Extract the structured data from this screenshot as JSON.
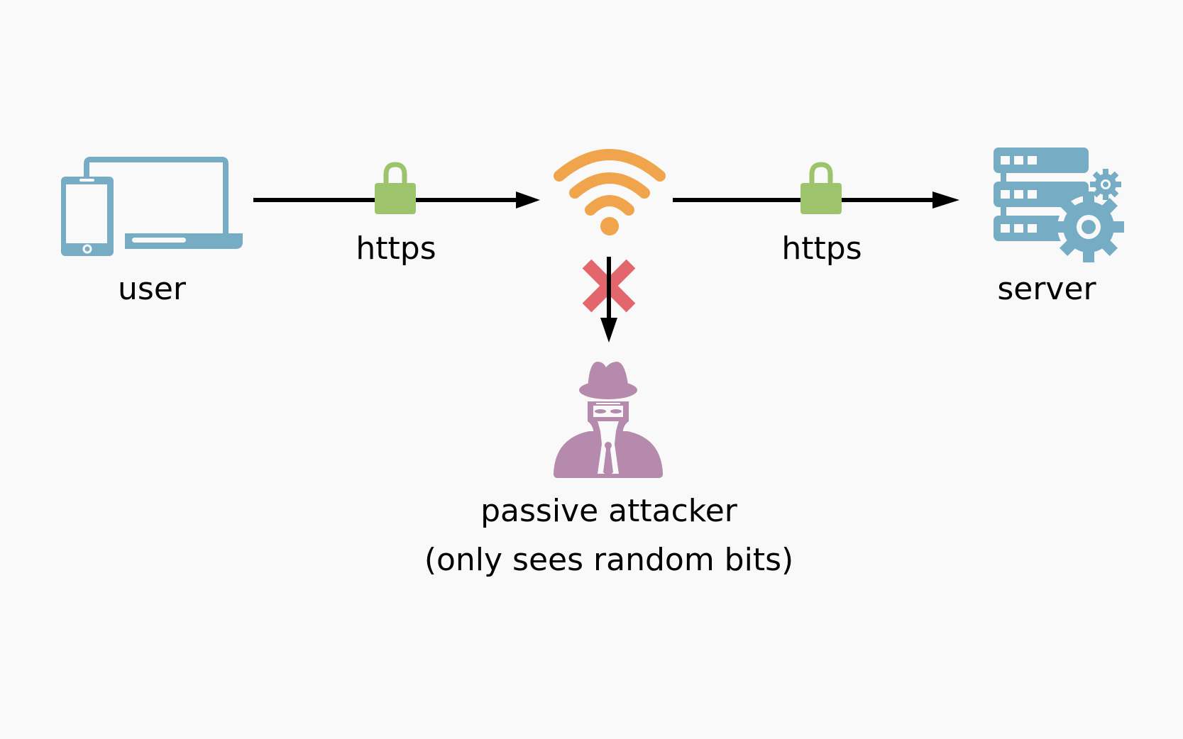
{
  "diagram": {
    "title": "Passive attacker on HTTPS connection",
    "nodes": {
      "user": {
        "label": "user",
        "icon": "laptop-phone-icon",
        "color": "#77adc4"
      },
      "router": {
        "label": "",
        "icon": "wifi-icon",
        "color": "#f0a54c"
      },
      "server": {
        "label": "server",
        "icon": "server-gear-icon",
        "color": "#77adc4"
      },
      "attacker": {
        "label": "passive attacker",
        "sublabel": "(only sees random bits)",
        "icon": "spy-icon",
        "color": "#b58aac"
      }
    },
    "edges": [
      {
        "from": "user",
        "to": "router",
        "label": "https",
        "icon": "lock-icon",
        "color": "#9dc36c"
      },
      {
        "from": "router",
        "to": "server",
        "label": "https",
        "icon": "lock-icon",
        "color": "#9dc36c"
      },
      {
        "from": "router",
        "to": "attacker",
        "label": "",
        "icon": "blocked-x-icon",
        "color": "#e2666b"
      }
    ]
  }
}
